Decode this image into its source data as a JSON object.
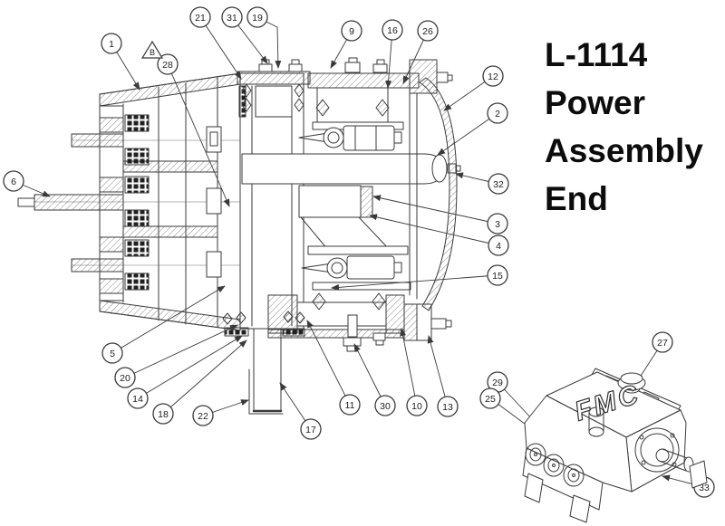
{
  "title": {
    "full_text": "L-1114 Power Assembly End",
    "lines": [
      "L-1114",
      "Power",
      "Assembly",
      "End"
    ]
  },
  "revision_marker": {
    "label": "B"
  },
  "inset_pump": {
    "logo_text": "FMC"
  },
  "callouts": [
    {
      "label": "1"
    },
    {
      "label": "21"
    },
    {
      "label": "31"
    },
    {
      "label": "19"
    },
    {
      "label": "9"
    },
    {
      "label": "16"
    },
    {
      "label": "26"
    },
    {
      "label": "12"
    },
    {
      "label": "2"
    },
    {
      "label": "32"
    },
    {
      "label": "3"
    },
    {
      "label": "4"
    },
    {
      "label": "15"
    },
    {
      "label": "6"
    },
    {
      "label": "28"
    },
    {
      "label": "5"
    },
    {
      "label": "20"
    },
    {
      "label": "14"
    },
    {
      "label": "18"
    },
    {
      "label": "22"
    },
    {
      "label": "17"
    },
    {
      "label": "11"
    },
    {
      "label": "30"
    },
    {
      "label": "10"
    },
    {
      "label": "13"
    },
    {
      "label": "27"
    },
    {
      "label": "29"
    },
    {
      "label": "25"
    },
    {
      "label": "33"
    }
  ],
  "colors": {
    "background": "#ffffff",
    "line": "#3a3a3a",
    "title_text": "#0c0c0c"
  }
}
